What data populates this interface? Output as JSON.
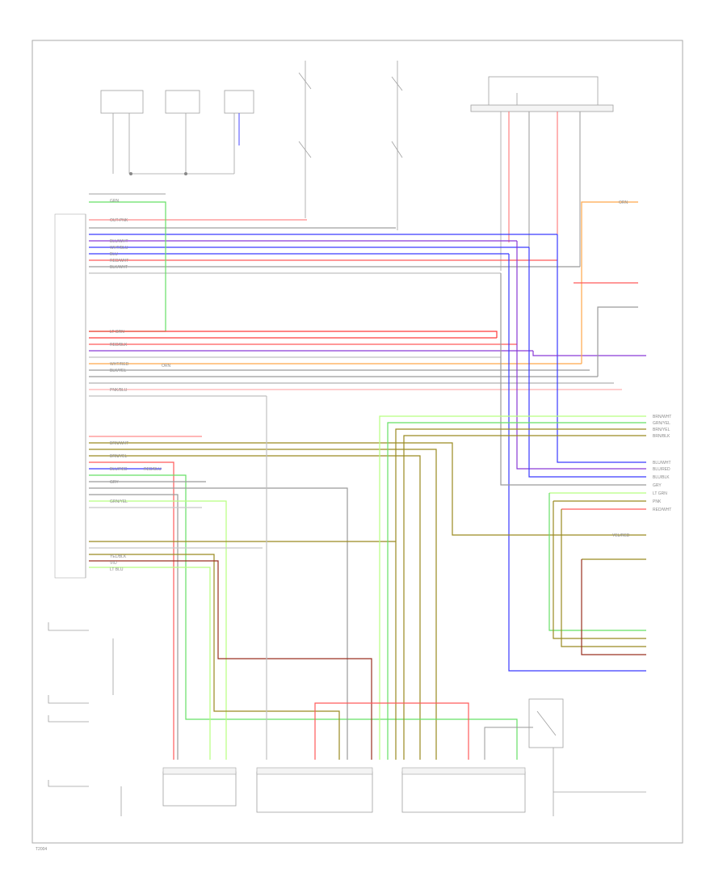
{
  "footer": {
    "code": "T2004"
  },
  "colors": {
    "black": "#9a9a9a",
    "red": "#ff5a5a",
    "green": "#66e066",
    "blue": "#3a3aff",
    "violet": "#8a3ad6",
    "orange": "#ffa84a",
    "olive": "#9a8a20",
    "brown": "#9a3020",
    "pink": "#ffb0b0",
    "ltgreen": "#b8ff80",
    "gray": "#c8c8c8"
  },
  "wire_labels": {
    "w1": "OUT-PNK",
    "w2": "GRN",
    "w3": "BLU/WHT",
    "w4": "BLU",
    "w5": "VIO",
    "w6": "RED/WHT",
    "w7": "BLK/WHT",
    "w8": "WHT/BLU",
    "w9": "LT GRN",
    "w10": "RED/BLK",
    "w11": "RED/BLU",
    "w12": "BRN/WHT",
    "w13": "GRN/YEL",
    "w14": "BLU/RED",
    "w15": "GRY",
    "w16": "ORN",
    "w17": "YEL/BLK",
    "w18": "WHT/RED",
    "w19": "BRN/YEL",
    "w20": "BLK/YEL",
    "w21": "LT BLU",
    "w22": "PNK/BLU"
  },
  "right_labels": {
    "r1": "BRN/WHT",
    "r2": "GRN/YEL",
    "r3": "BRN/YEL",
    "r4": "BRN/BLK",
    "r5": "BLU/WHT",
    "r6": "BLU/RED",
    "r7": "BLU/BLK",
    "r8": "GRY",
    "r9": "LT GRN",
    "r10": "PNK",
    "r11": "RED/WHT",
    "r12": "YEL/RED",
    "r13": "ORN"
  }
}
